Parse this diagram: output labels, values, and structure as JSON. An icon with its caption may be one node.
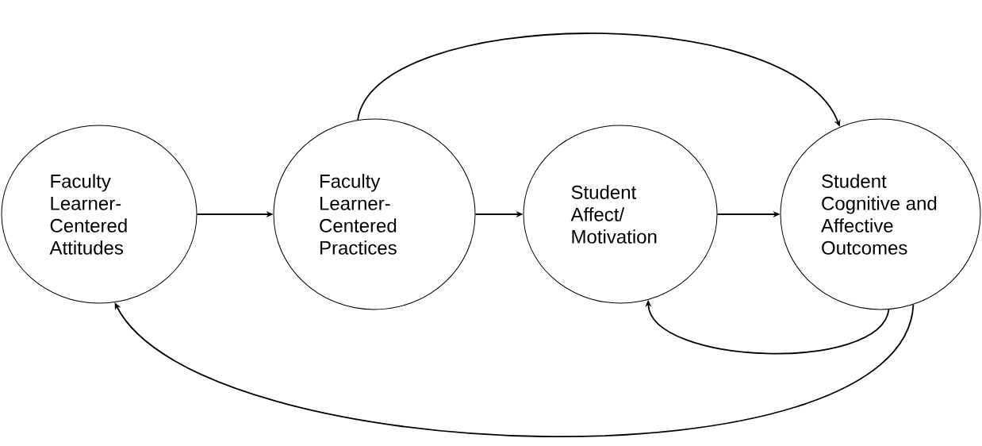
{
  "diagram": {
    "nodes": [
      {
        "text": [
          "Faculty Learner-Centered Attitudes"
        ]
      },
      {
        "text": [
          "Faculty Learner-Centered Practices"
        ]
      },
      {
        "text": [
          "Student Affect/ Motivation"
        ]
      },
      {
        "text": [
          "Student Cognitive and Affective Outcomes"
        ]
      }
    ],
    "edges": [
      {
        "from": 0,
        "to": 1,
        "arrow": "to"
      },
      {
        "from": 1,
        "to": 2,
        "arrow": "to"
      },
      {
        "from": 2,
        "to": 3,
        "arrow": "to"
      },
      {
        "from": 1,
        "to": 3,
        "arrow": "to"
      },
      {
        "from": 3,
        "to": 2,
        "arrow": "to"
      },
      {
        "from": 3,
        "to": 0,
        "arrow": "to"
      }
    ]
  }
}
